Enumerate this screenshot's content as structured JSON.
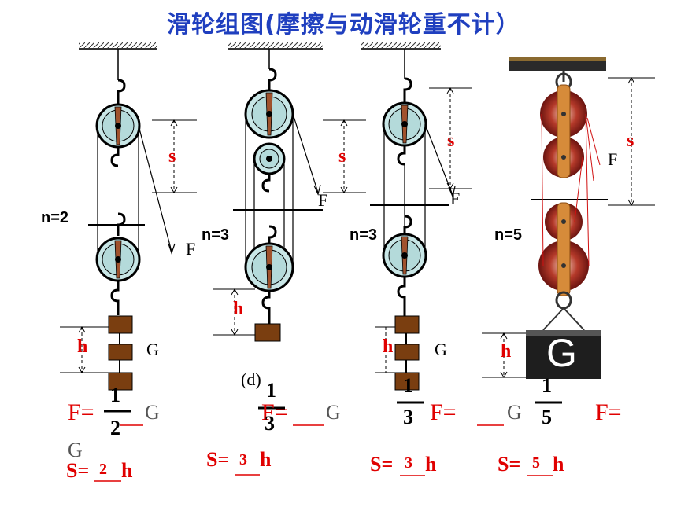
{
  "title": "滑轮组图(摩擦与动滑轮重不计）",
  "panels": [
    {
      "n_label": "n=2",
      "s_label": "s",
      "h_label": "h",
      "F_label": "F",
      "G_label": "G",
      "frac_num": "1",
      "frac_den": "2",
      "F_eq": "F=",
      "F_tail": "G",
      "G_wrap": "G",
      "S_prefix": "S=",
      "S_value": "2",
      "S_suffix": "h"
    },
    {
      "n_label": "n=3",
      "s_label": "s",
      "h_label": "h",
      "F_label": "F",
      "d_label": "(d)",
      "frac_num": "1",
      "frac_den": "3",
      "F_eq": "F=",
      "F_tail": "G",
      "S_prefix": "S=",
      "S_value": "3",
      "S_suffix": "h"
    },
    {
      "n_label": "n=3",
      "s_label": "s",
      "h_label": "h",
      "F_label": "F",
      "G_label": "G",
      "frac_num": "1",
      "frac_den": "3",
      "F_eq": "F=",
      "F_tail": "G",
      "S_prefix": "S=",
      "S_value": "3",
      "S_suffix": "h"
    },
    {
      "n_label": "n=5",
      "s_label": "s",
      "h_label": "h",
      "F_label": "F",
      "G_block": "G",
      "frac_num": "1",
      "frac_den": "5",
      "F_eq": "F=",
      "S_prefix": "S=",
      "S_value": "5",
      "S_suffix": "h"
    }
  ],
  "colors": {
    "title": "#1f3fbf",
    "accent_red": "#e00000",
    "pulley": "#bfe3e3",
    "weight": "#7a3e10"
  }
}
